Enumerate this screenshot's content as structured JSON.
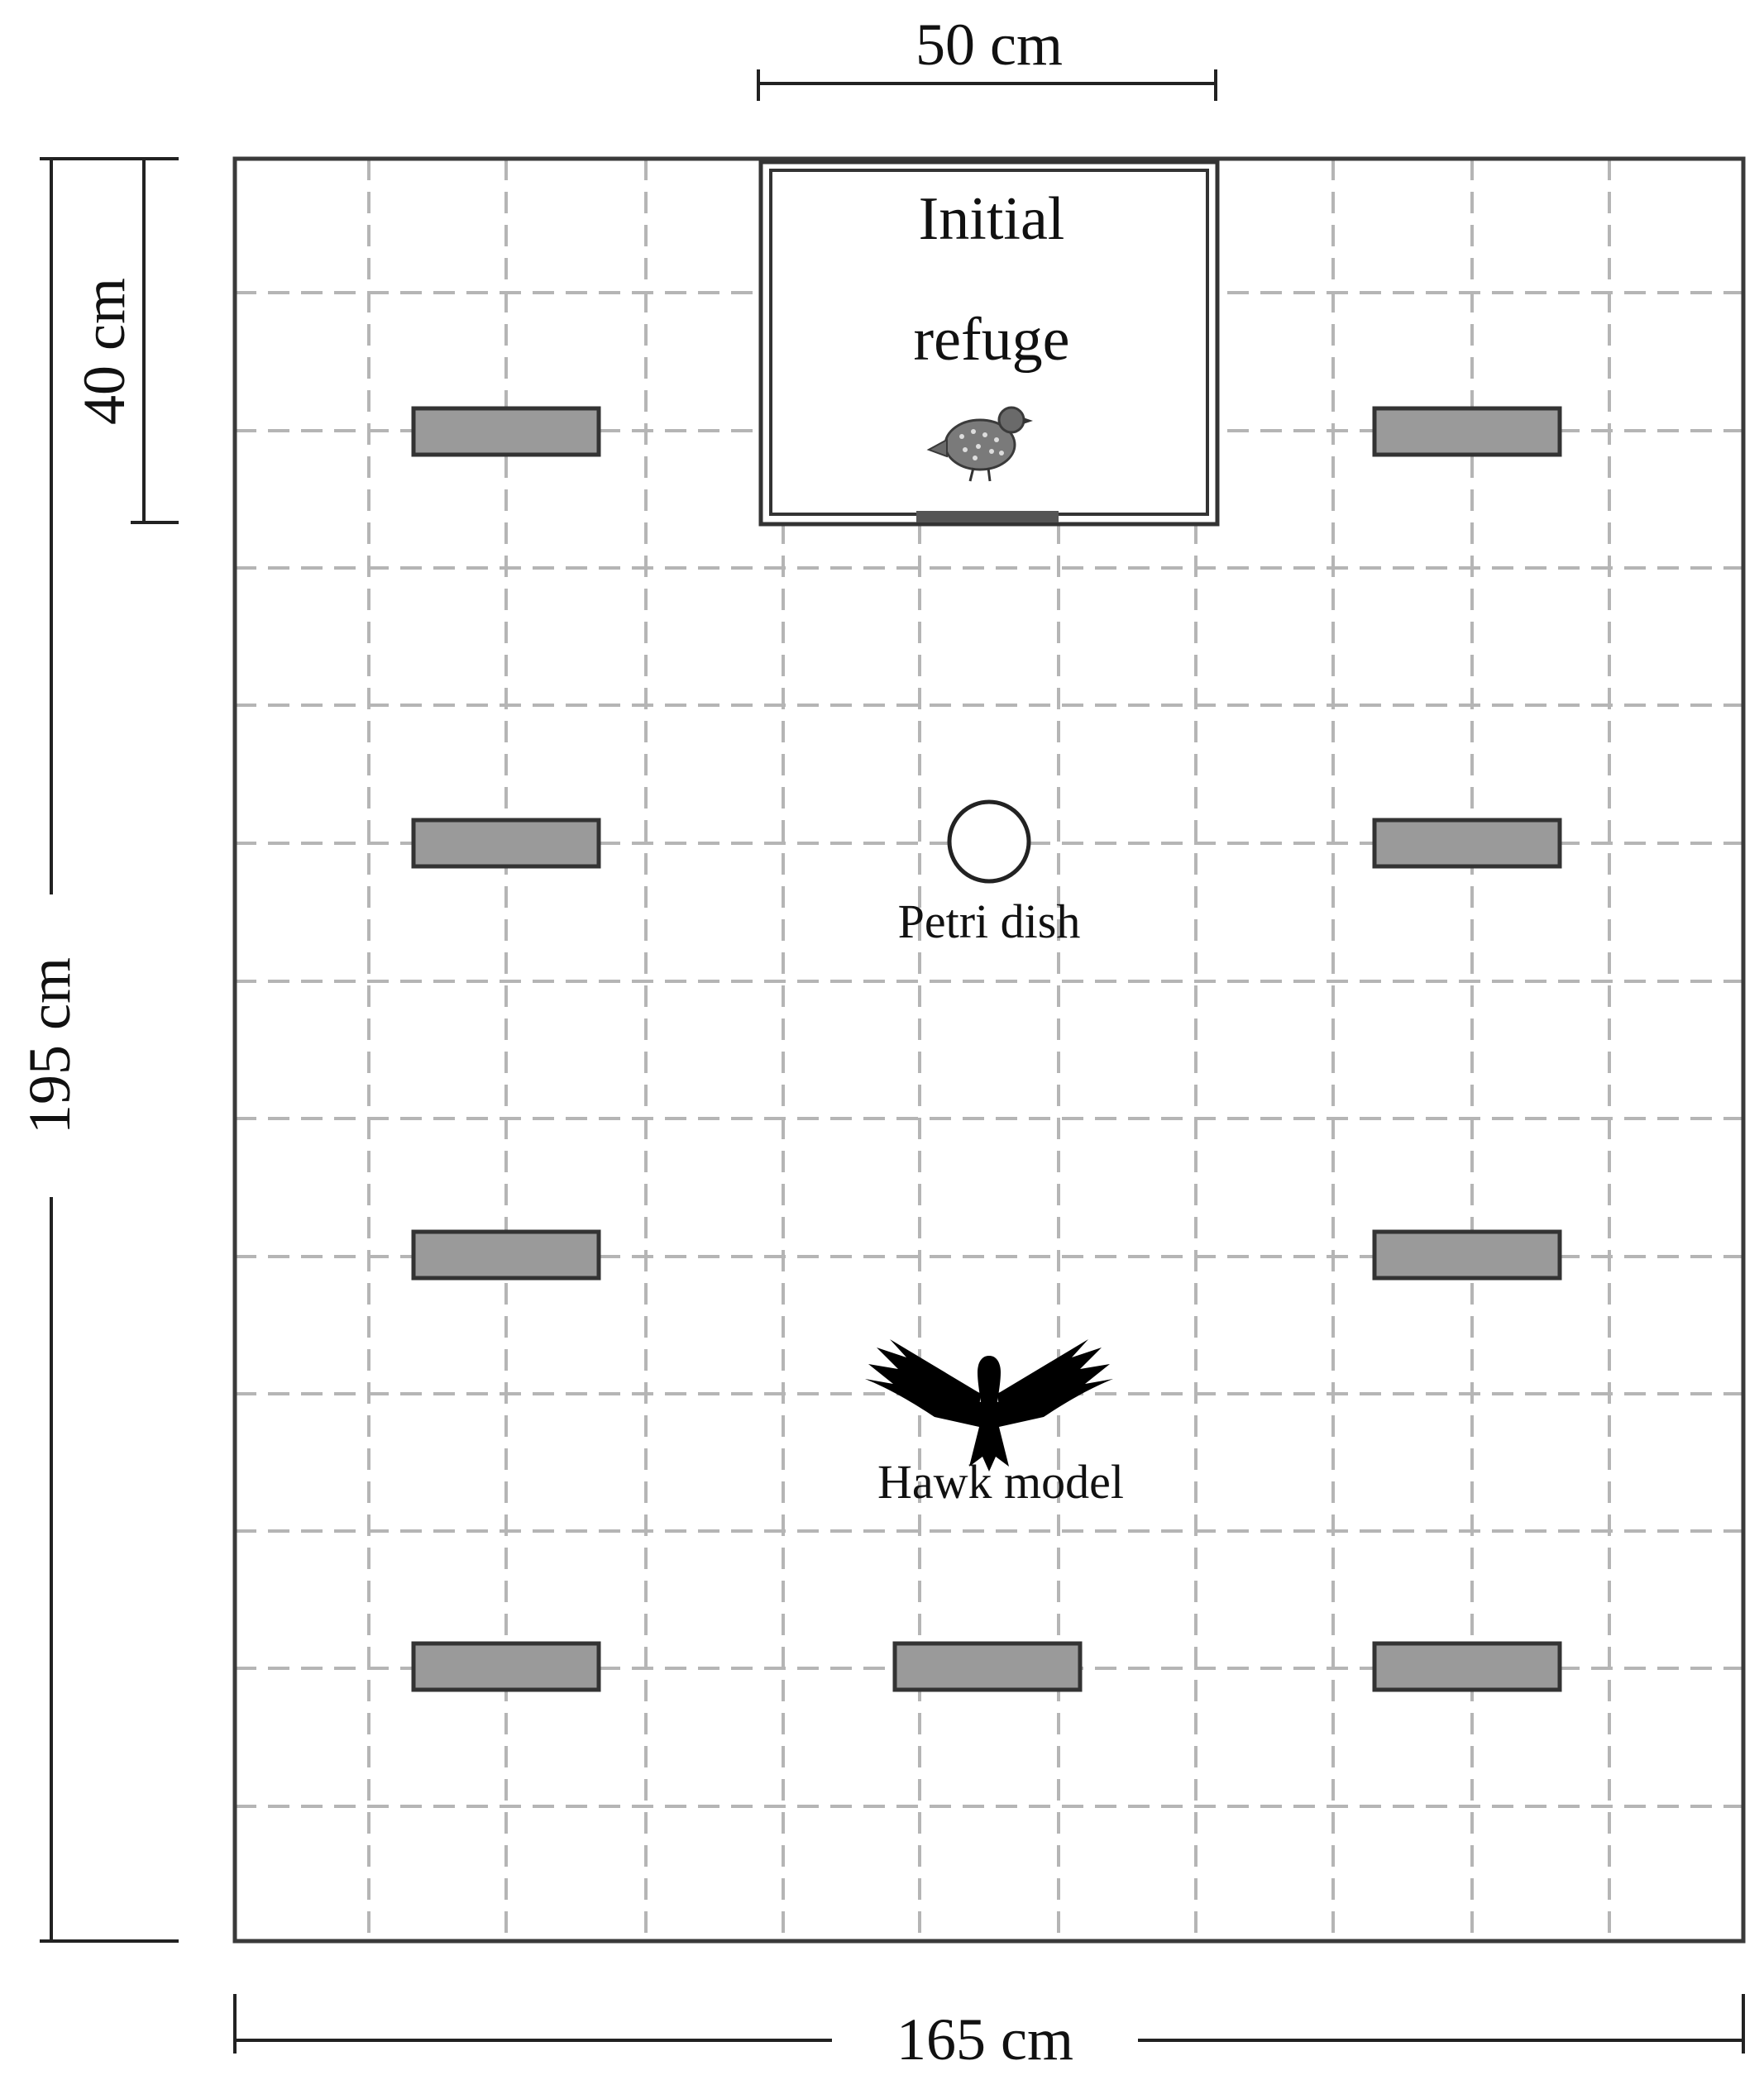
{
  "dimensions": {
    "top": "50 cm",
    "left_short": "40 cm",
    "left_long": "195 cm",
    "bottom": "165 cm"
  },
  "labels": {
    "refuge_line1": "Initial",
    "refuge_line2": "refuge",
    "petri_dish": "Petri dish",
    "hawk_model": "Hawk model"
  },
  "icons": {
    "quail": "quail-icon",
    "hawk": "hawk-silhouette-icon"
  },
  "colors": {
    "outline": "#3a3a3a",
    "grid": "#b5b5b5",
    "block_fill": "#9a9a9a",
    "block_stroke": "#333333"
  }
}
